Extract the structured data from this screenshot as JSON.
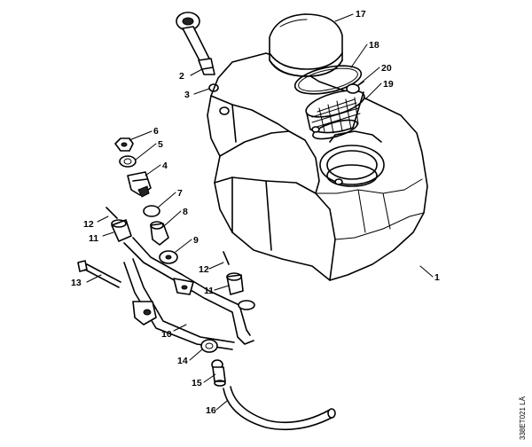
{
  "diagram": {
    "drawing_code": "338ET021 LÄ",
    "callouts": {
      "c1": "1",
      "c2": "2",
      "c3": "3",
      "c4": "4",
      "c5": "5",
      "c6": "6",
      "c7": "7",
      "c8": "8",
      "c9": "9",
      "c10": "10",
      "c11a": "11",
      "c11b": "11",
      "c12a": "12",
      "c12b": "12",
      "c13": "13",
      "c14": "14",
      "c15": "15",
      "c16": "16",
      "c17": "17",
      "c18": "18",
      "c19": "19",
      "c20": "20"
    }
  }
}
